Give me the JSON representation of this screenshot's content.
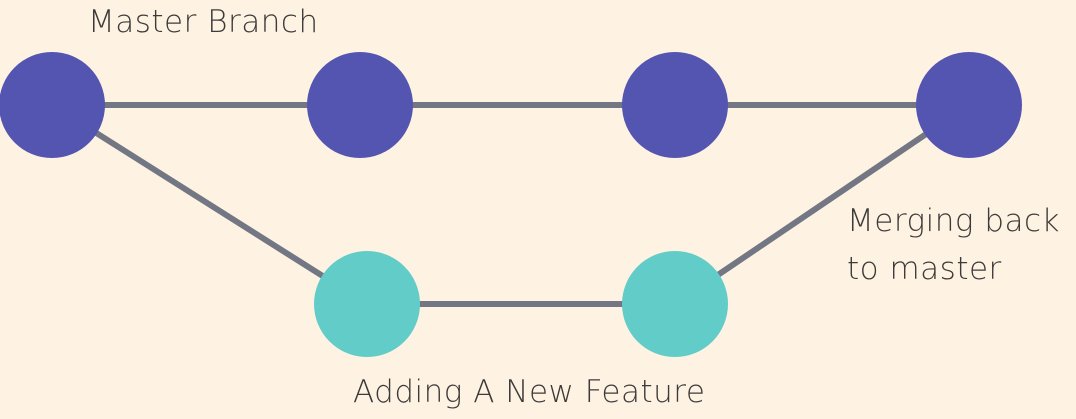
{
  "labels": {
    "master_branch": "Master Branch",
    "merge_line1": "Merging back",
    "merge_line2": "to master",
    "feature": "Adding A New Feature"
  },
  "colors": {
    "background": "#fef3e2",
    "master_node": "#5455b0",
    "feature_node": "#62ccc8",
    "edge": "#737784",
    "text": "#3d3a3a"
  },
  "nodes": [
    {
      "id": "m1",
      "branch": "master"
    },
    {
      "id": "m2",
      "branch": "master"
    },
    {
      "id": "m3",
      "branch": "master"
    },
    {
      "id": "m4",
      "branch": "master"
    },
    {
      "id": "f1",
      "branch": "feature"
    },
    {
      "id": "f2",
      "branch": "feature"
    }
  ],
  "edges": [
    {
      "from": "m1",
      "to": "m2"
    },
    {
      "from": "m2",
      "to": "m3"
    },
    {
      "from": "m3",
      "to": "m4"
    },
    {
      "from": "m1",
      "to": "f1"
    },
    {
      "from": "f1",
      "to": "f2"
    },
    {
      "from": "f2",
      "to": "m4"
    }
  ]
}
